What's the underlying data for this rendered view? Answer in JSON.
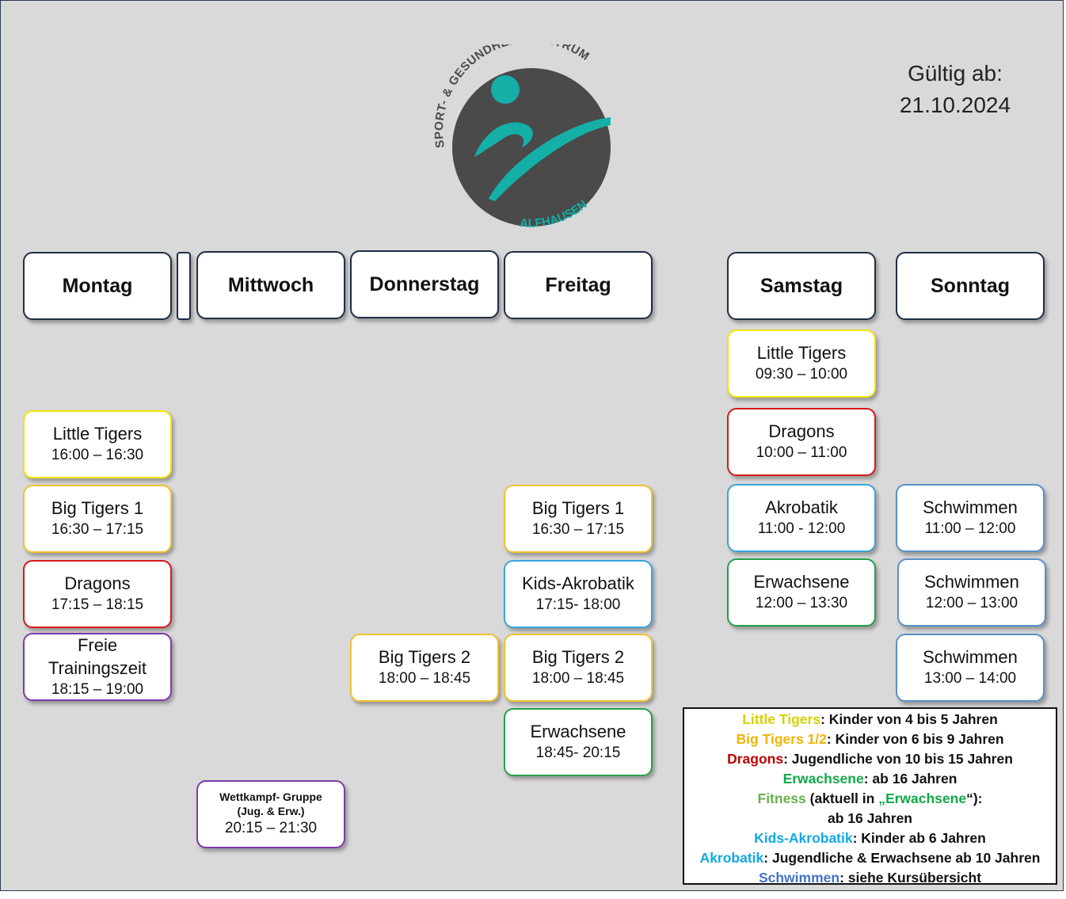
{
  "logo": {
    "arc_top_text": "SPORT- & GESUNDHEITSZENTRUM",
    "arc_bottom_text": "ALFHAUSEN",
    "circle_color": "#4a4a4a",
    "accent_color": "#14b0a8"
  },
  "valid": {
    "label": "Gültig ab:",
    "date": "21.10.2024"
  },
  "days": {
    "montag": "Montag",
    "mittwoch": "Mittwoch",
    "donnerstag": "Donnerstag",
    "freitag": "Freitag",
    "samstag": "Samstag",
    "sonntag": "Sonntag"
  },
  "montag": [
    {
      "name": "Little Tigers",
      "time": "16:00 – 16:30"
    },
    {
      "name": "Big Tigers 1",
      "time": "16:30 – 17:15"
    },
    {
      "name": "Dragons",
      "time": "17:15 – 18:15"
    },
    {
      "name_line1": "Freie",
      "name_line2": "Trainingszeit",
      "time": "18:15 – 19:00"
    }
  ],
  "mittwoch": [
    {
      "name_line1": "Wettkampf- Gruppe",
      "name_line2": "(Jug. & Erw.)",
      "time": "20:15 – 21:30"
    }
  ],
  "donnerstag": [
    {
      "name": "Big Tigers 2",
      "time": "18:00 – 18:45"
    }
  ],
  "freitag": [
    {
      "name": "Big Tigers 1",
      "time": "16:30 – 17:15"
    },
    {
      "name": "Kids-Akrobatik",
      "time": "17:15- 18:00"
    },
    {
      "name": "Big Tigers 2",
      "time": "18:00 – 18:45"
    },
    {
      "name": "Erwachsene",
      "time": "18:45- 20:15"
    }
  ],
  "samstag": [
    {
      "name": "Little Tigers",
      "time": "09:30 – 10:00"
    },
    {
      "name": "Dragons",
      "time": "10:00 – 11:00"
    },
    {
      "name": "Akrobatik",
      "time": "11:00 - 12:00"
    },
    {
      "name": "Erwachsene",
      "time": "12:00 – 13:30"
    }
  ],
  "sonntag": [
    {
      "name": "Schwimmen",
      "time": "11:00 – 12:00"
    },
    {
      "name": "Schwimmen",
      "time": "12:00 – 13:00"
    },
    {
      "name": "Schwimmen",
      "time": "13:00 – 14:00"
    }
  ],
  "legend": [
    {
      "term": "Little Tigers",
      "color": "#d8d000",
      "desc": ": Kinder von 4 bis 5 Jahren"
    },
    {
      "term": "Big Tigers 1/2",
      "color": "#f0b400",
      "desc": ": Kinder von 6 bis 9 Jahren"
    },
    {
      "term": "Dragons",
      "color": "#c00000",
      "desc": ": Jugendliche von 10 bis 15 Jahren"
    },
    {
      "term": "Erwachsene",
      "color": "#12a84a",
      "desc": ": ab 16 Jahren"
    },
    {
      "term": "Fitness",
      "color": "#6ab04c",
      "desc_a": " (aktuell in ",
      "quote_open": "„",
      "term2": "Erwachsene",
      "term2_color": "#12a84a",
      "quote_close": "“):",
      "line2": "ab 16 Jahren"
    },
    {
      "term": "Kids-Akrobatik",
      "color": "#12a9e0",
      "desc": ": Kinder ab 6 Jahren"
    },
    {
      "term": "Akrobatik",
      "color": "#12a9e0",
      "desc": ": Jugendliche & Erwachsene ab 10 Jahren"
    },
    {
      "term": "Schwimmen",
      "color": "#4472c4",
      "desc": ": siehe Kursübersicht"
    }
  ]
}
